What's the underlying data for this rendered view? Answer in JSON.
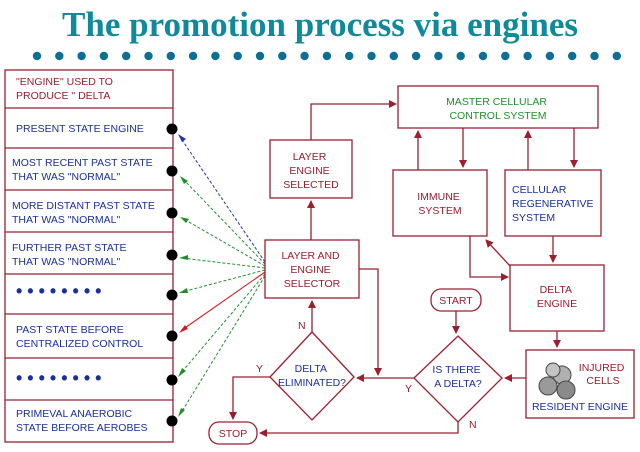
{
  "title": "The promotion process via engines",
  "colors": {
    "title": "#0e8a9a",
    "bullet": "#0e6f95",
    "box_stroke": "#9a2030",
    "red_text": "#9a1c2c",
    "blue_text": "#1a2f9c",
    "green_text": "#1f8f2a"
  },
  "left_panel": {
    "header": [
      "\"ENGINE\" USED TO",
      "PRODUCE \" DELTA"
    ],
    "rows": [
      {
        "lines": [
          "PRESENT STATE ENGINE"
        ]
      },
      {
        "lines": [
          "MOST RECENT PAST STATE",
          "THAT WAS \"NORMAL\""
        ]
      },
      {
        "lines": [
          "MORE DISTANT PAST STATE",
          "THAT WAS \"NORMAL\""
        ]
      },
      {
        "lines": [
          "FURTHER PAST STATE",
          "THAT WAS \"NORMAL\""
        ]
      },
      {
        "lines": [
          "• • • • • • • •"
        ]
      },
      {
        "lines": [
          "PAST STATE BEFORE",
          "CENTRALIZED CONTROL"
        ]
      },
      {
        "lines": [
          "• • • • • • • •"
        ]
      },
      {
        "lines": [
          "PRIMEVAL ANAEROBIC",
          "STATE BEFORE AEROBES"
        ]
      }
    ]
  },
  "nodes": {
    "master": [
      "MASTER CELLULAR",
      "CONTROL SYSTEM"
    ],
    "layer_selected": [
      "LAYER",
      "ENGINE",
      "SELECTED"
    ],
    "immune": [
      "IMMUNE",
      "SYSTEM"
    ],
    "regenerative": [
      "CELLULAR",
      "REGENERATIVE",
      "SYSTEM"
    ],
    "layer_selector": [
      "LAYER AND",
      "ENGINE",
      "SELECTOR"
    ],
    "delta_engine": [
      "DELTA",
      "ENGINE"
    ],
    "start": "START",
    "delta_eliminated": [
      "DELTA",
      "ELIMINATED?"
    ],
    "is_there_delta": [
      "IS THERE",
      "A DELTA?"
    ],
    "injured_cells": [
      "INJURED",
      "CELLS"
    ],
    "resident_engine": "RESIDENT ENGINE",
    "stop": "STOP"
  },
  "edge_labels": {
    "n_selector": "N",
    "y_eliminated": "Y",
    "y_delta": "Y",
    "n_delta": "N"
  }
}
